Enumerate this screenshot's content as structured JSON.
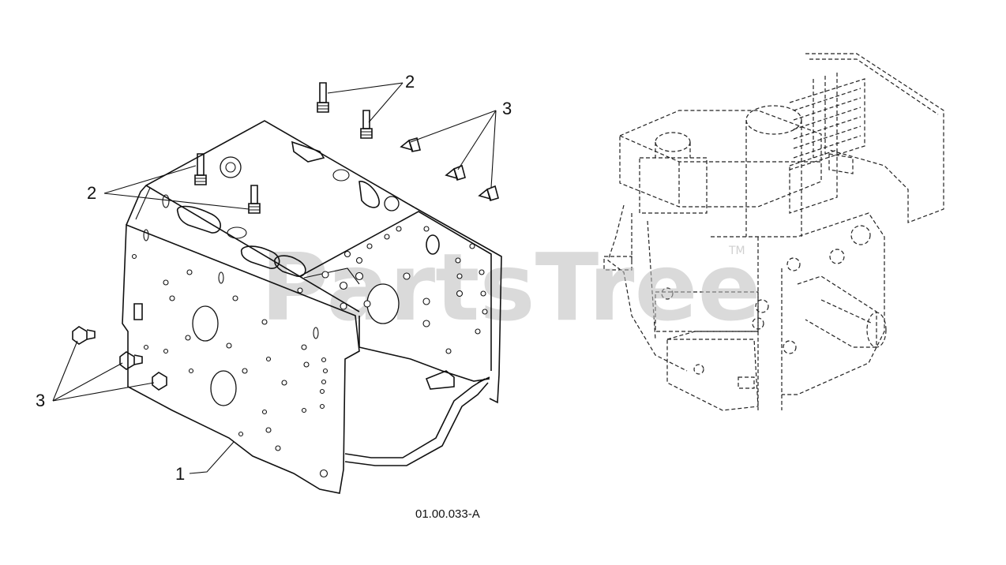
{
  "diagram": {
    "callouts": {
      "part_1": "1",
      "part_2_upper": "2",
      "part_2_left": "2",
      "part_3_upper": "3",
      "part_3_left": "3"
    },
    "reference_code": "01.00.033-A",
    "watermark": {
      "text": "PartsTree",
      "trademark": "TM"
    }
  }
}
